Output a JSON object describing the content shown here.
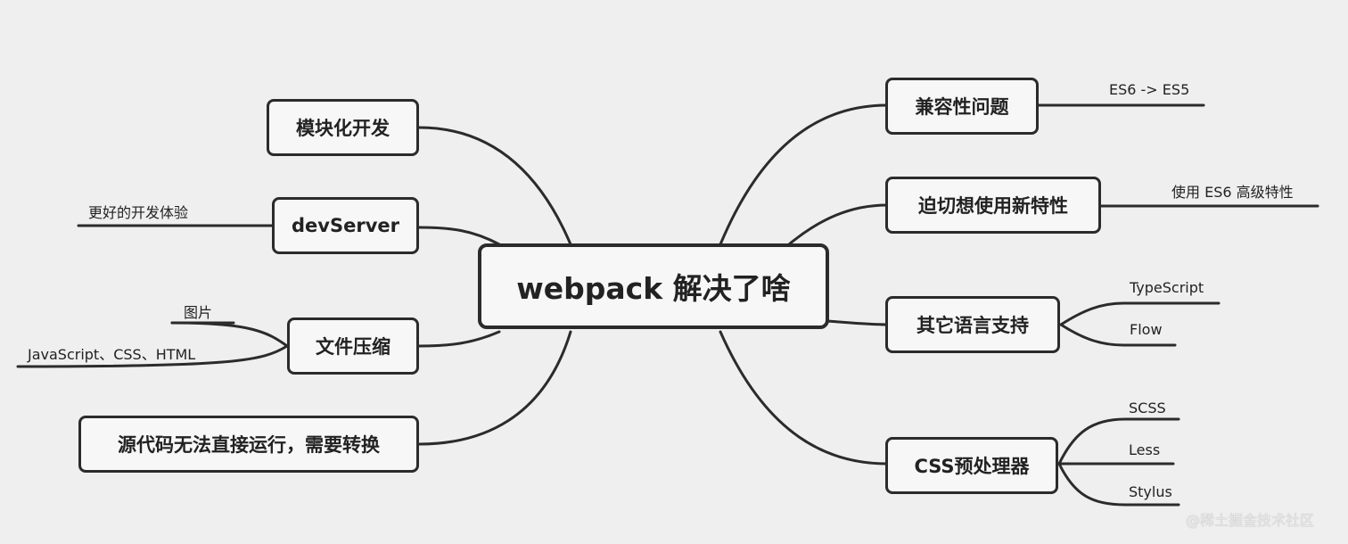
{
  "center": "webpack 解决了啥",
  "left_branches": [
    {
      "label": "模块化开发",
      "children": []
    },
    {
      "label": "devServer",
      "children": [
        "更好的开发体验"
      ]
    },
    {
      "label": "文件压缩",
      "children": [
        "图片",
        "JavaScript、CSS、HTML"
      ]
    },
    {
      "label": "源代码无法直接运行，需要转换",
      "children": []
    }
  ],
  "right_branches": [
    {
      "label": "兼容性问题",
      "children": [
        "ES6 -> ES5"
      ]
    },
    {
      "label": "迫切想使用新特性",
      "children": [
        "使用 ES6 高级特性"
      ]
    },
    {
      "label": "其它语言支持",
      "children": [
        "TypeScript",
        "Flow"
      ]
    },
    {
      "label": "CSS预处理器",
      "children": [
        "SCSS",
        "Less",
        "Stylus"
      ]
    }
  ],
  "watermark": "@稀土掘金技术社区",
  "colors": {
    "background": "#efefef",
    "stroke": "#2b2b2b",
    "text": "#222222"
  }
}
